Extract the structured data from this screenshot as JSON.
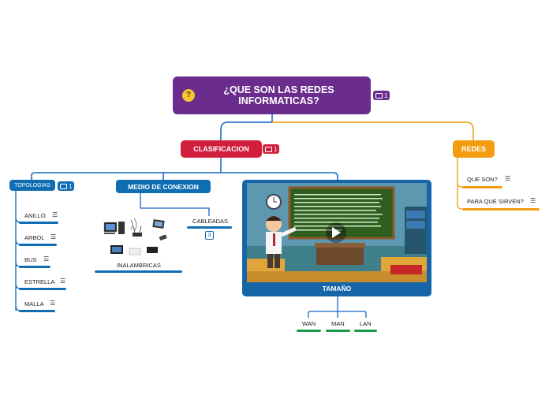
{
  "central": {
    "title": "¿QUE SON LAS REDES INFORMATICAS?",
    "icon": "thinking-face-icon",
    "comment_count": "1",
    "color": "#6a2d8e"
  },
  "clasificacion": {
    "label": "CLASIFICACION",
    "comment_count": "1",
    "color": "#d11e3c"
  },
  "redes": {
    "label": "REDES",
    "color": "#f39c12",
    "items": [
      {
        "label": "QUE SON?"
      },
      {
        "label": "PARA QUE SIRVEN?"
      }
    ]
  },
  "topologias": {
    "label": "TOPOLOGIAS",
    "comment_count": "1",
    "items": [
      {
        "label": "ANILLO"
      },
      {
        "label": "ARBOL"
      },
      {
        "label": "BUS"
      },
      {
        "label": "ESTRELLA"
      },
      {
        "label": "MALLA"
      }
    ]
  },
  "medio": {
    "label": "MEDIO DE CONEXION",
    "inalambricas": {
      "label": "INALAMBRICAS"
    },
    "cableadas": {
      "label": "CABLEADAS",
      "count": "3"
    }
  },
  "tamano": {
    "label": "TAMAÑO",
    "items": [
      {
        "label": "WAN"
      },
      {
        "label": "MAN"
      },
      {
        "label": "LAN"
      }
    ]
  },
  "video": {
    "play_icon": "play-icon"
  },
  "colors": {
    "blue": "#0f6db3",
    "line_blue": "#1565c0",
    "green": "#1a9a48",
    "orange": "#f39c12",
    "red": "#d11e3c",
    "purple": "#6a2d8e"
  }
}
